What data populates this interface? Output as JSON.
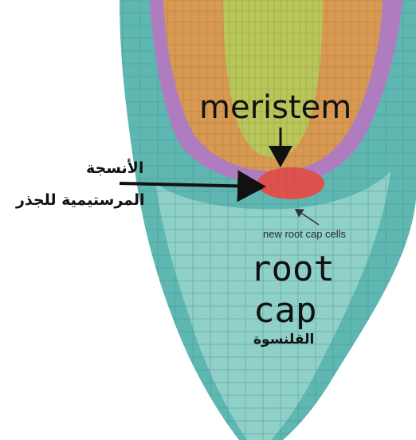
{
  "labels": {
    "meristem": "meristem",
    "meristem_ar_line1": "الأنسجة",
    "meristem_ar_line2": "المرستيمية للجذر",
    "new_root_cap_cells": "new root cap cells",
    "root": "root",
    "cap": "cap",
    "root_cap_ar": "القلنسوة"
  },
  "colors": {
    "root_cap_outer": "#5fb7b1",
    "root_cap_inner": "#8fd0c8",
    "epidermis_purple": "#b07cc0",
    "cortex_orange": "#d89a52",
    "vascular_yellow_green": "#b9c65a",
    "meristem_red": "#e0504e",
    "arrow": "#111111"
  }
}
